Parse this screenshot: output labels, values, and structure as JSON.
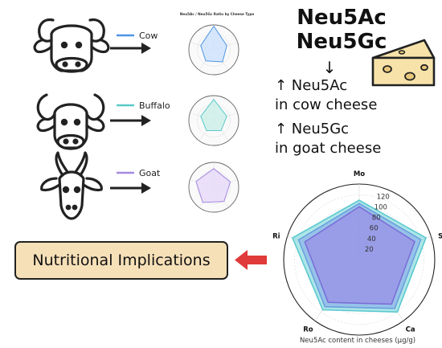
{
  "headline": {
    "line1": "Neu5Ac",
    "line2": "Neu5Gc",
    "arrow": "↓",
    "finding1_a": "↑ Neu5Ac",
    "finding1_b": "in cow cheese",
    "finding2_a": "↑ Neu5Gc",
    "finding2_b": "in goat cheese"
  },
  "small_chart_title": "Neu5Ac / Neu5Gc Ratio by Cheese Type",
  "animals": [
    {
      "label": "Cow",
      "color": "#4d96e6",
      "fill": "#cfe2fb"
    },
    {
      "label": "Buffalo",
      "color": "#5bc9c9",
      "fill": "#cdeee9"
    },
    {
      "label": "Goat",
      "color": "#a58ae0",
      "fill": "#e6dbf9"
    }
  ],
  "implications_label": "Nutritional Implications",
  "chart_data": {
    "type": "radar",
    "title": "",
    "xlabel": "Neu5Ac content in cheeses (µg/g)",
    "axes": [
      "Mo",
      "St",
      "Ca",
      "Ro",
      "Ri"
    ],
    "rlim": [
      0,
      140
    ],
    "ticks": [
      20,
      40,
      60,
      80,
      100,
      120
    ],
    "series": [
      {
        "values": [
          110,
          130,
          120,
          115,
          130
        ],
        "color": "#5bc9cf",
        "fill": "#93dde0"
      },
      {
        "values": [
          104,
          120,
          112,
          108,
          118
        ],
        "color": "#6aa0de",
        "fill": "#8fb6ea"
      },
      {
        "values": [
          98,
          108,
          102,
          98,
          106
        ],
        "color": "#7b6fd8",
        "fill": "#9a90e6"
      }
    ],
    "grid": true
  }
}
